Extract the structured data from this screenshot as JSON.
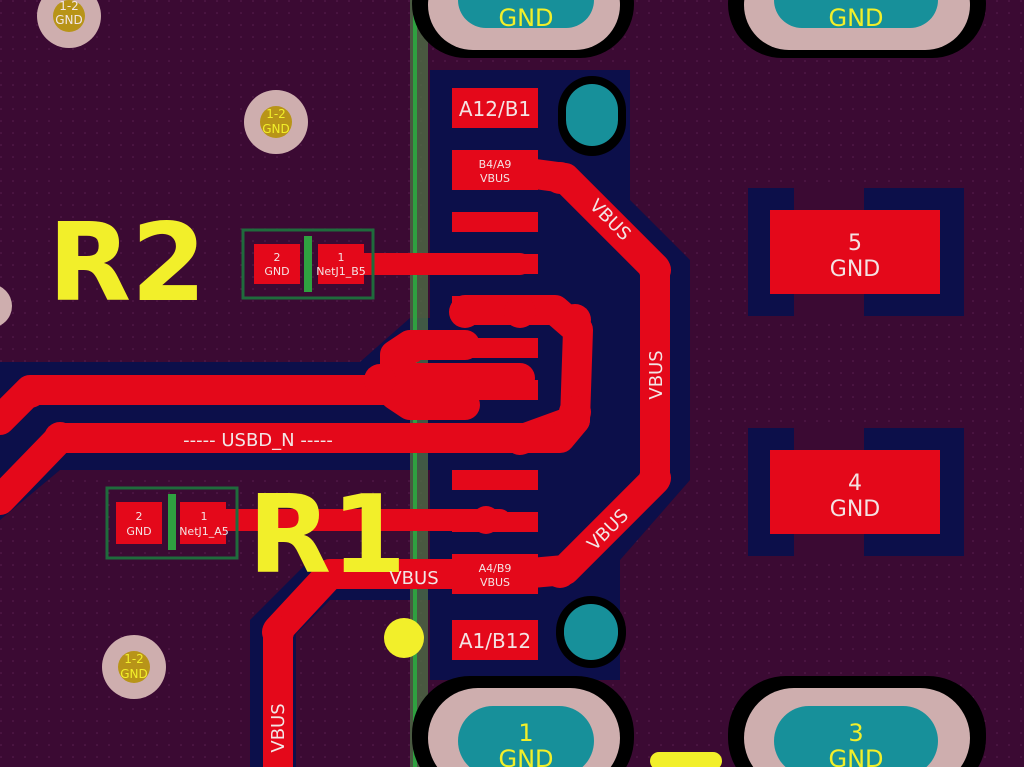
{
  "colors": {
    "board": "#3b0a33",
    "copper": "#e4081a",
    "plane": "#0c0f4a",
    "silk": "#f2ef2a",
    "mask": "#ceaeae",
    "via_center": "#17909a",
    "outline": "#1f6b3c",
    "via_small": "#b89418"
  },
  "designators": {
    "r2": "R2",
    "r1": "R1"
  },
  "resistor_r2": {
    "pad2_num": "2",
    "pad2_net": "GND",
    "pad1_num": "1",
    "pad1_net": "NetJ1_B5"
  },
  "resistor_r1": {
    "pad2_num": "2",
    "pad2_net": "GND",
    "pad1_num": "1",
    "pad1_net": "NetJ1_A5"
  },
  "connector": {
    "pad_a12b1": "A12/B1",
    "pad_b4a9_top": "B4/A9",
    "pad_b4a9_bottom": "VBUS",
    "pad_a4b9_top": "A4/B9",
    "pad_a4b9_bottom": "VBUS",
    "pad_a1b12": "A1/B12"
  },
  "shield_pads": {
    "top_left": "GND",
    "top_right": "GND",
    "bottom_left_num": "1",
    "bottom_left_net": "GND",
    "bottom_right_num": "3",
    "bottom_right_net": "GND"
  },
  "switch_pads": {
    "pad5_num": "5",
    "pad5_net": "GND",
    "pad4_num": "4",
    "pad4_net": "GND"
  },
  "vias": {
    "top_left_num": "1-2",
    "top_left_net": "GND",
    "upper_num": "1-2",
    "upper_net": "GND",
    "lower_num": "1-2",
    "lower_net": "GND"
  },
  "traces": {
    "vbus_diag_upper": "VBUS",
    "vbus_vertical": "VBUS",
    "vbus_diag_lower": "VBUS",
    "vbus_horizontal": "VBUS",
    "vbus_bottom": "VBUS",
    "usbd_n": "----- USBD_N -----"
  }
}
